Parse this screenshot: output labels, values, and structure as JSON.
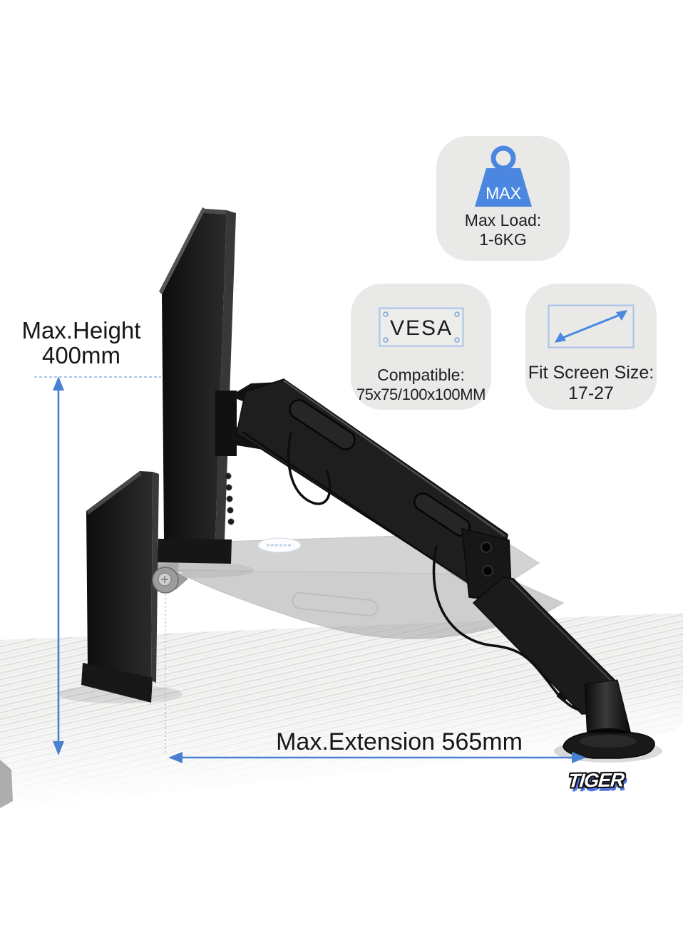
{
  "badges": {
    "max_load": {
      "icon": "weight-icon",
      "icon_label": "MAX",
      "line1": "Max Load:",
      "line2": "1-6KG"
    },
    "vesa": {
      "icon": "vesa-plate-icon",
      "icon_label": "VESA",
      "line1": "Compatible:",
      "line2": "75x75/100x100MM"
    },
    "screen_size": {
      "icon": "screen-diagonal-icon",
      "line1": "Fit Screen Size:",
      "line2": "17-27"
    }
  },
  "dimensions": {
    "height": {
      "label": "Max.Height",
      "value": "400mm"
    },
    "extension": {
      "label": "Max.Extension 565mm"
    }
  },
  "brand": {
    "logo_text": "TIGER"
  },
  "colors": {
    "accent_blue": "#4b87e0",
    "dimension_blue": "#4a80d2",
    "icon_outline_blue": "#a9c2e6",
    "badge_background": "#e9e9e8",
    "product_black": "#1b1b1b",
    "desk_gray": "#f3f3f2"
  }
}
